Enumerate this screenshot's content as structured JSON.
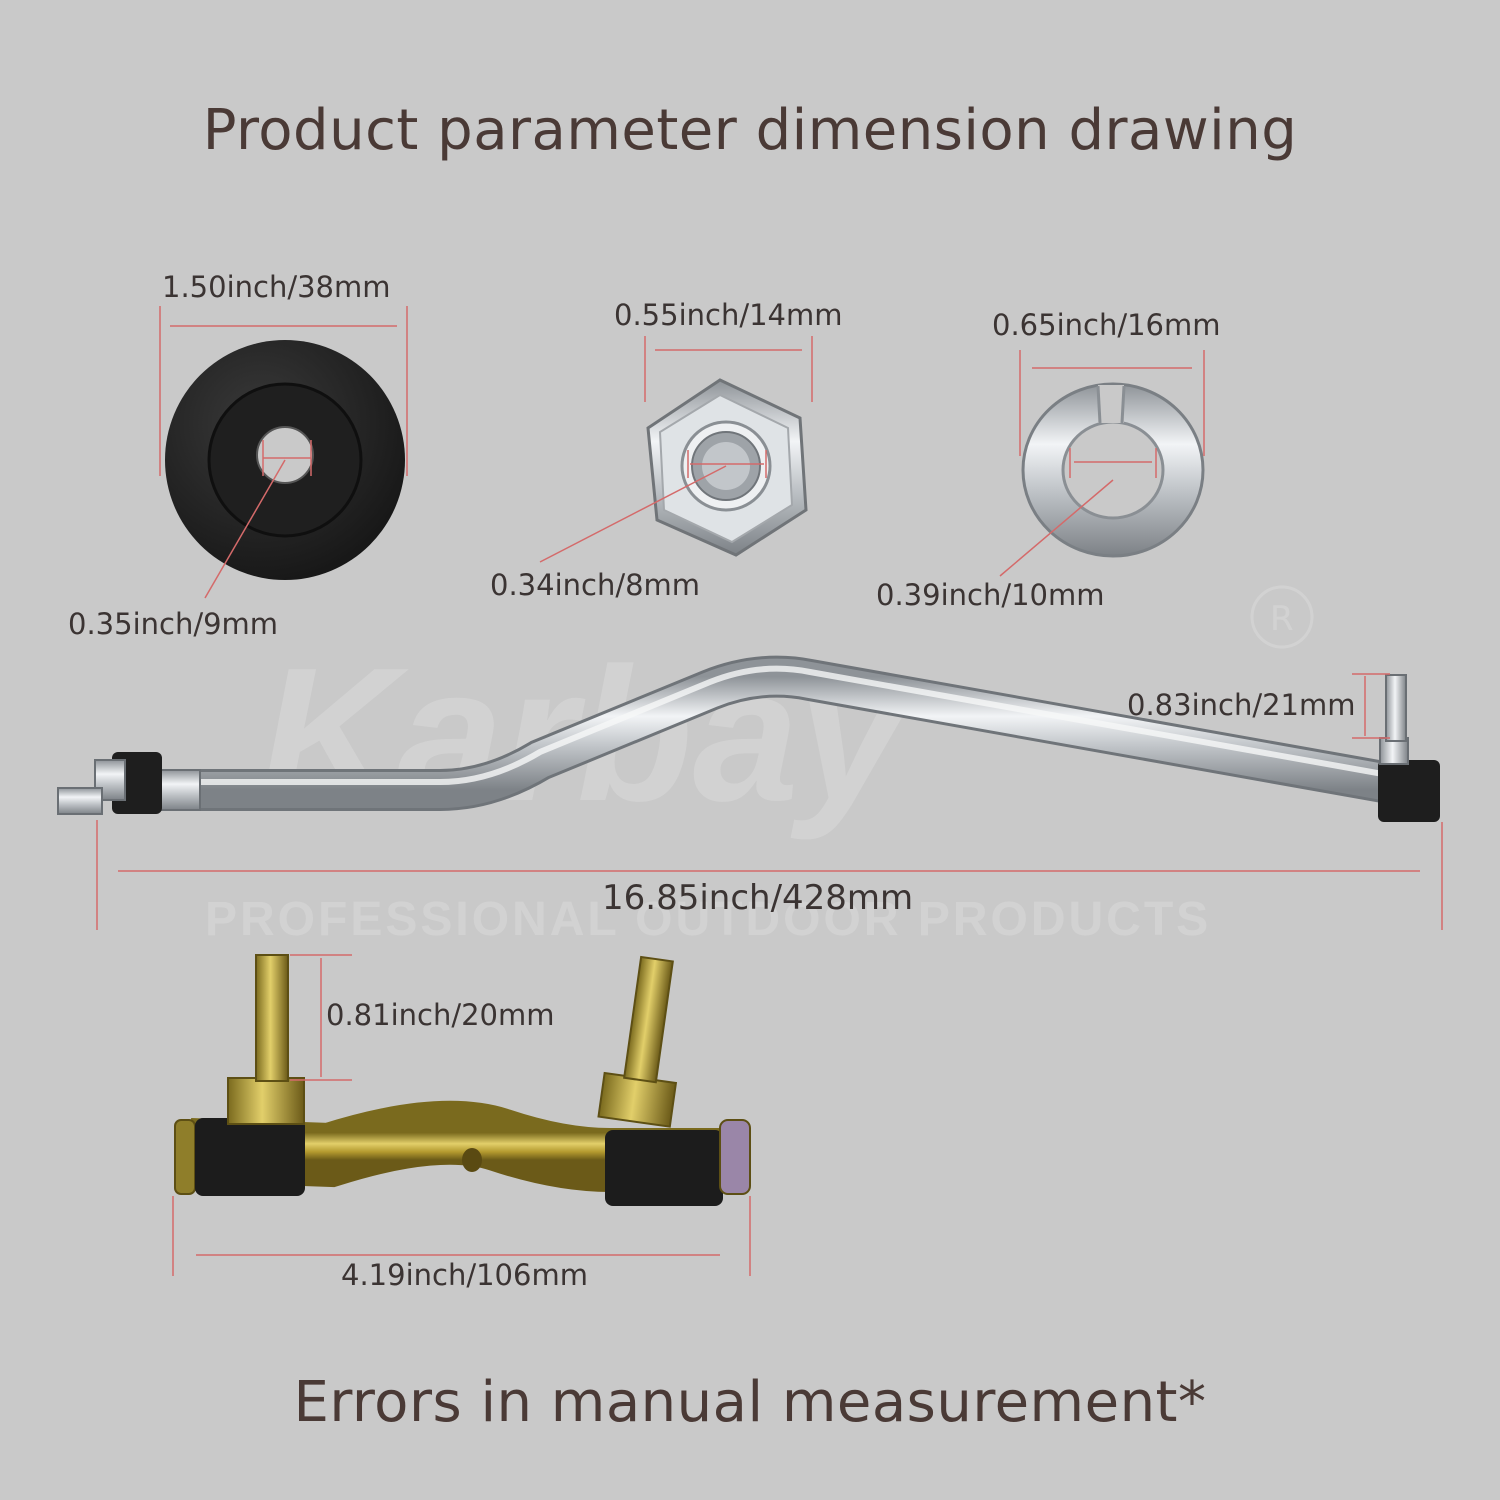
{
  "title": "Product parameter dimension drawing",
  "footer_note": "Errors in manual measurement*",
  "watermark": {
    "brand": "Karbay",
    "tagline": "PROFESSIONAL OUTDOOR PRODUCTS",
    "registered_mark": "R"
  },
  "parts": {
    "bushing": {
      "outer_diameter": "1.50inch/38mm",
      "inner_diameter": "0.35inch/9mm",
      "color": "#2a2a2a"
    },
    "hex_nut": {
      "width": "0.55inch/14mm",
      "thread_diameter": "0.34inch/8mm",
      "color": "#c8cdd2"
    },
    "lock_washer": {
      "outer_diameter": "0.65inch/16mm",
      "inner_diameter": "0.39inch/10mm",
      "color": "#d5d9dd"
    },
    "long_rod": {
      "total_length": "16.85inch/428mm",
      "stud_length": "0.83inch/21mm",
      "color": "#c4c8cc"
    },
    "short_rod": {
      "stud_length": "0.81inch/20mm",
      "total_length": "4.19inch/106mm",
      "color": "#b8a23a"
    }
  },
  "colors": {
    "background": "#c9c9c9",
    "dimension_line": "#d46a6a",
    "text": "#3b3433"
  }
}
